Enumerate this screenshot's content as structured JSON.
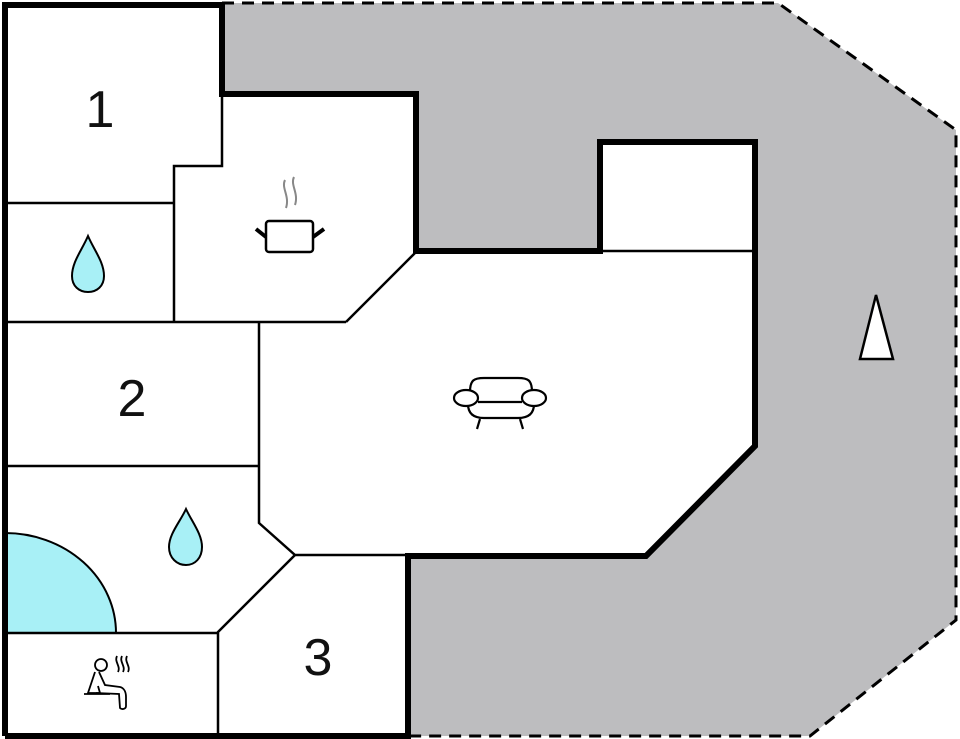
{
  "colors": {
    "terrace": "#bdbdbf",
    "water": "#a8f0f6",
    "wall": "#000000",
    "floor": "#ffffff",
    "steam": "#888888"
  },
  "rooms": [
    {
      "id": "bedroom-1",
      "label": "1",
      "type": "bedroom"
    },
    {
      "id": "bathroom-1",
      "label": "",
      "type": "bathroom",
      "icon": "water-drop-icon"
    },
    {
      "id": "kitchen",
      "label": "",
      "type": "kitchen",
      "icon": "cooking-pot-icon"
    },
    {
      "id": "bedroom-2",
      "label": "2",
      "type": "bedroom"
    },
    {
      "id": "living-room",
      "label": "",
      "type": "living",
      "icon": "armchair-icon"
    },
    {
      "id": "bathroom-2",
      "label": "",
      "type": "bathroom",
      "icon": "water-drop-icon"
    },
    {
      "id": "spa",
      "label": "",
      "type": "spa-pool"
    },
    {
      "id": "sauna",
      "label": "",
      "type": "sauna",
      "icon": "sauna-icon"
    },
    {
      "id": "bedroom-3",
      "label": "3",
      "type": "bedroom"
    },
    {
      "id": "storage",
      "label": "",
      "type": "annex"
    },
    {
      "id": "terrace",
      "label": "",
      "type": "terrace",
      "icon": "north-arrow-icon"
    }
  ]
}
